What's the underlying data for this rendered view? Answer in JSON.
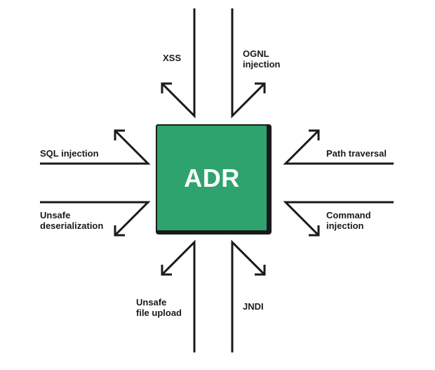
{
  "core": {
    "title": "ADR"
  },
  "colors": {
    "core_fill": "#2fa36e",
    "stroke": "#1a1a1a",
    "background": "#ffffff"
  },
  "labels": {
    "xss": [
      "XSS"
    ],
    "ognl": [
      "OGNL",
      "injection"
    ],
    "sql": [
      "SQL injection"
    ],
    "path": [
      "Path traversal"
    ],
    "deser": [
      "Unsafe",
      "deserialization"
    ],
    "command": [
      "Command",
      "injection"
    ],
    "upload": [
      "Unsafe",
      "file upload"
    ],
    "jndi": [
      "JNDI"
    ]
  }
}
